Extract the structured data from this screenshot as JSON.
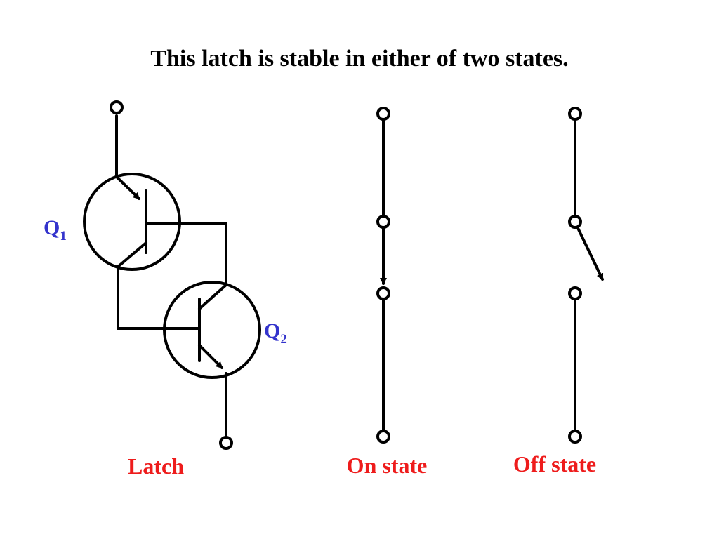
{
  "title": "This latch is stable in either of two states.",
  "colors": {
    "title": "#000000",
    "wire": "#000000",
    "transistor_label": "#3333cc",
    "caption": "#ee1c1c",
    "background": "#ffffff"
  },
  "latch": {
    "q1_label": {
      "letter": "Q",
      "subscript": "1"
    },
    "q2_label": {
      "letter": "Q",
      "subscript": "2"
    },
    "caption": "Latch"
  },
  "on_state": {
    "caption": "On state"
  },
  "off_state": {
    "caption": "Off state"
  }
}
